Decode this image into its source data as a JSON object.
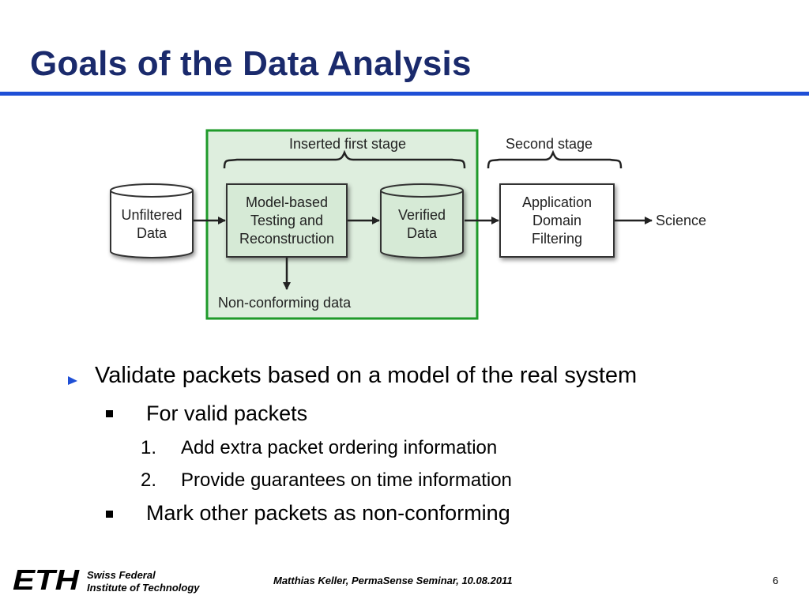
{
  "slide": {
    "title": "Goals of the Data Analysis"
  },
  "diagram": {
    "first_stage_label": "Inserted first stage",
    "second_stage_label": "Second stage",
    "unfiltered": [
      "Unfiltered",
      "Data"
    ],
    "model_box": [
      "Model-based",
      "Testing and",
      "Reconstruction"
    ],
    "verified": [
      "Verified",
      "Data"
    ],
    "app_box": [
      "Application",
      "Domain",
      "Filtering"
    ],
    "science": "Science",
    "nonconforming": "Non-conforming data",
    "colors": {
      "first_stage_border": "#1f9a2a",
      "first_stage_fill": "#deeede",
      "box_fill_in_stage": "#d6ead6"
    }
  },
  "bullets": {
    "level1": "Validate packets based on a model of the real system",
    "sub1": "For valid packets",
    "items": [
      {
        "num": "1.",
        "text": "Add extra packet ordering information"
      },
      {
        "num": "2.",
        "text": "Provide guarantees on time information"
      }
    ],
    "sub2": "Mark other packets as non-conforming"
  },
  "footer": {
    "logo_text": "ETH",
    "institute_line1": "Swiss Federal",
    "institute_line2": "Institute of Technology",
    "center": "Matthias Keller, PermaSense Seminar, 10.08.2011",
    "page_number": "6"
  }
}
